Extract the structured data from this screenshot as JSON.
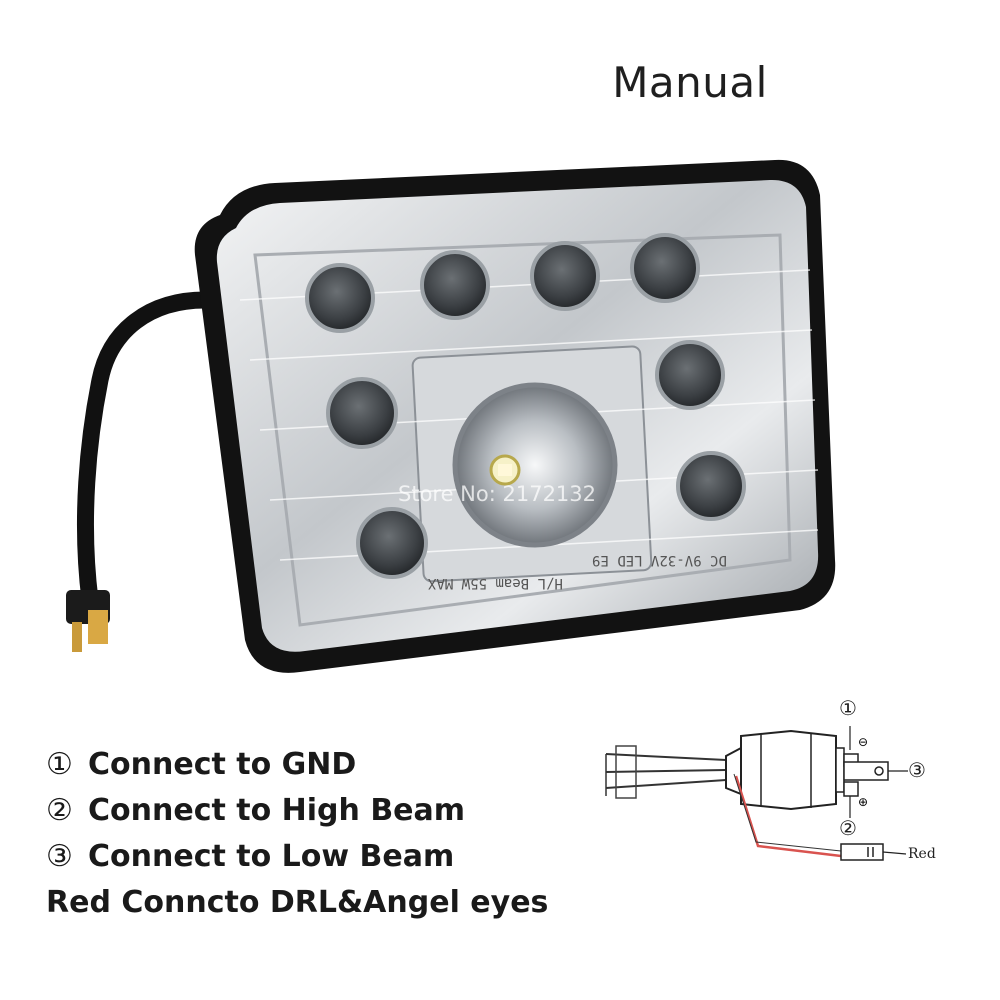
{
  "title": "Manual",
  "watermark": "Store No: 2172132",
  "lens_labels": {
    "left": "H/L Beam 55W MAX",
    "right": "DC 9V-32V LED E9"
  },
  "instructions": [
    {
      "marker": "①",
      "text": "Connect to GND"
    },
    {
      "marker": "②",
      "text": "Connect to High Beam"
    },
    {
      "marker": "③",
      "text": "Connect to Low Beam"
    },
    {
      "marker": "",
      "text": "Red Conncto DRL&Angel eyes"
    }
  ],
  "wiring_diagram": {
    "pin1": "①",
    "pin2": "②",
    "pin3": "③",
    "wire_label": "Red",
    "wire_color": "#d9534f"
  },
  "colors": {
    "housing": "#151515",
    "chrome": "#c9cdd1",
    "led_dark": "#3a3d40"
  }
}
